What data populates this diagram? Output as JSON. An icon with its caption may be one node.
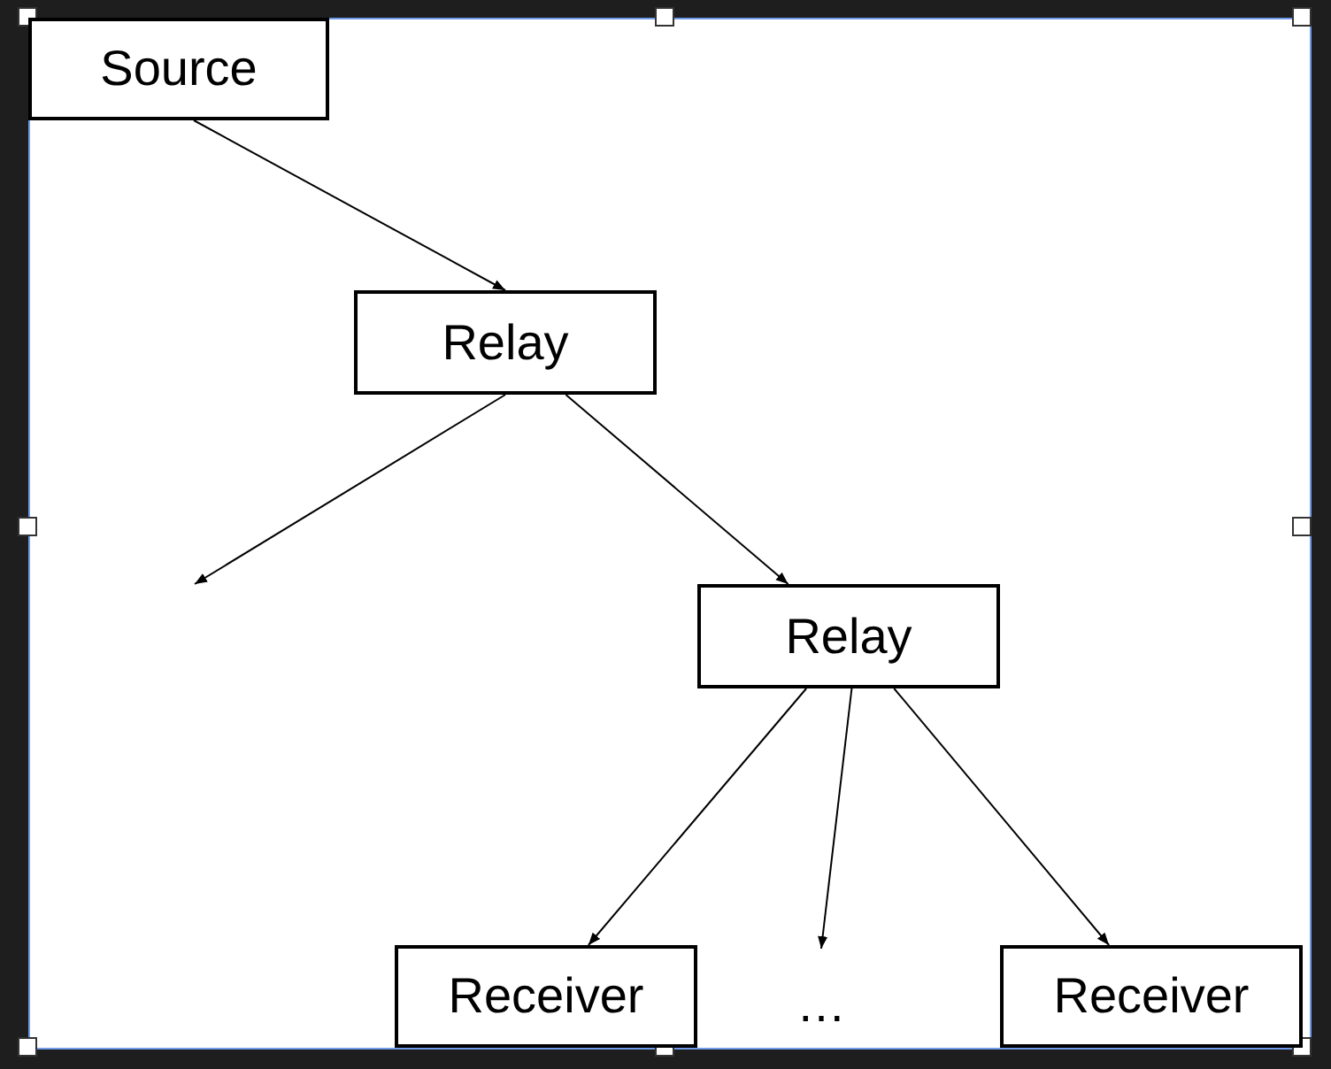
{
  "diagram": {
    "nodes": [
      {
        "text": [
          "Source"
        ]
      },
      {
        "text": [
          "Relay"
        ]
      },
      {
        "text": [
          "Relay"
        ]
      },
      {
        "text": [
          "Receiver"
        ]
      },
      {
        "text": [
          "…"
        ]
      },
      {
        "text": [
          "Receiver"
        ]
      }
    ],
    "edges": [
      {
        "from": 0,
        "to": 1,
        "arrow": "to"
      },
      {
        "from": 1,
        "to": null,
        "arrow": "to"
      },
      {
        "from": 1,
        "to": 2,
        "arrow": "to"
      },
      {
        "from": 2,
        "to": 3,
        "arrow": "to"
      },
      {
        "from": 2,
        "to": 4,
        "arrow": "to"
      },
      {
        "from": 2,
        "to": 5,
        "arrow": "to"
      }
    ]
  }
}
